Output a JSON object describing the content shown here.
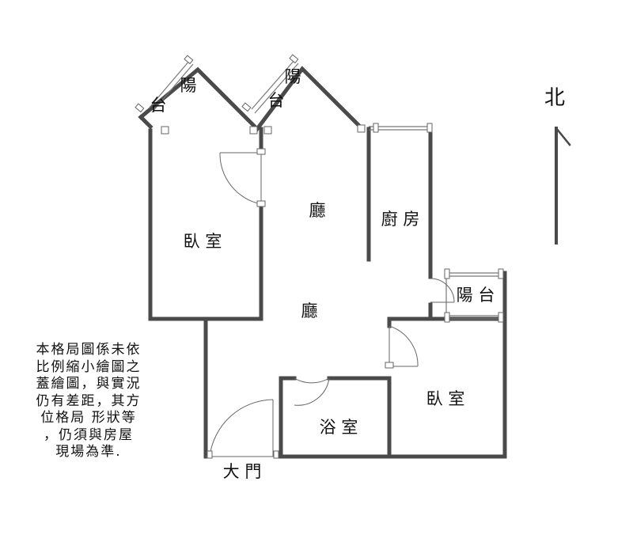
{
  "rooms": {
    "balcony_nw": [
      "陽",
      "台"
    ],
    "balcony_n": [
      "陽",
      "台"
    ],
    "bedroom_w": "臥 室",
    "living_upper": "廳",
    "kitchen": "廚 房",
    "living_lower": "廳",
    "balcony_e": "陽 台",
    "bedroom_se": "臥 室",
    "bathroom": "浴 室",
    "main_door": "大 門"
  },
  "compass": {
    "label": "北"
  },
  "disclaimer": [
    "本格局圖係未依",
    "比例縮小繪圖之",
    "蓋繪圖，與實況",
    "仍有差距，其方",
    "位格局 形狀等",
    "，仍須與房屋",
    "現場為準."
  ]
}
